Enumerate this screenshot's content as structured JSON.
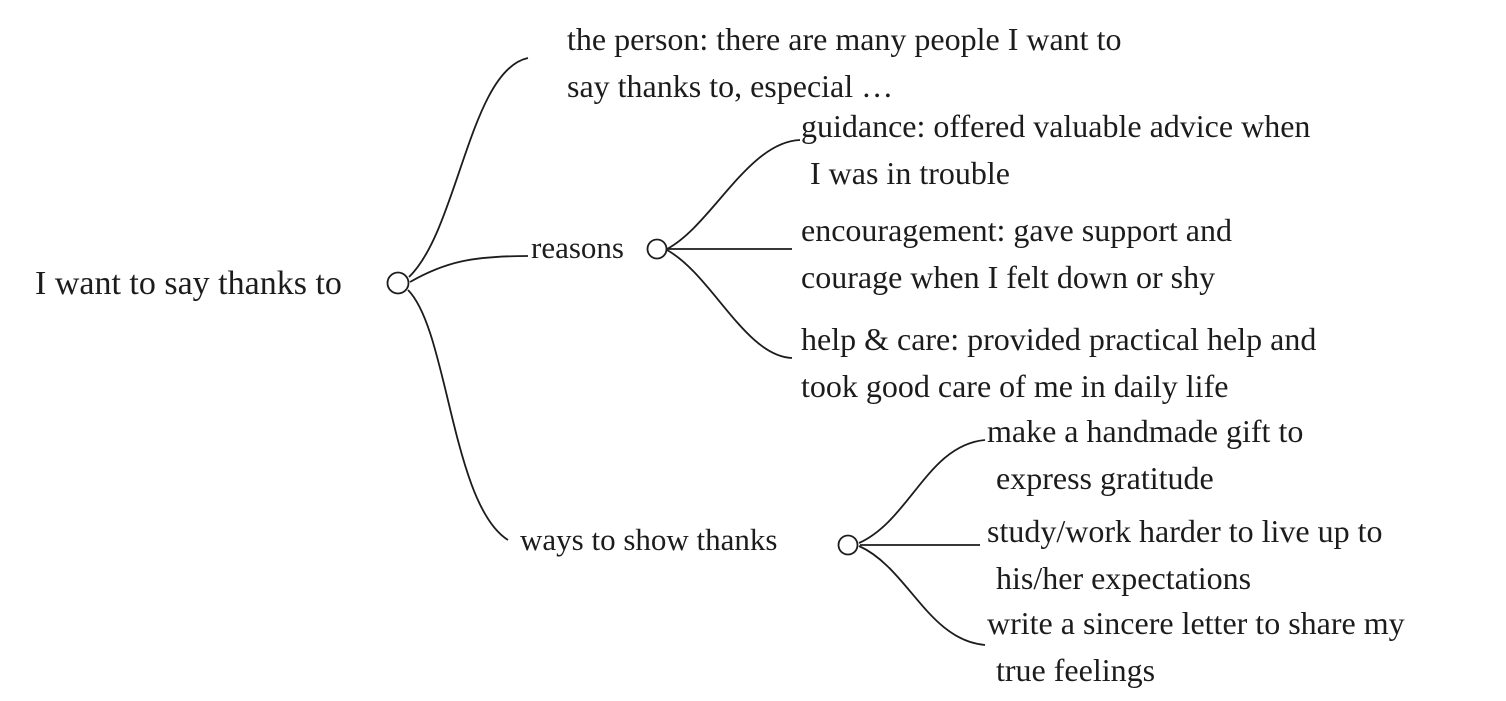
{
  "mindmap": {
    "root": {
      "label": "I want to say thanks to"
    },
    "person": {
      "line1": "the person: there are many people I want to",
      "line2": "say thanks to, especial …"
    },
    "reasons": {
      "label": "reasons",
      "items": [
        {
          "line1": "guidance: offered valuable advice when",
          "line2": "I was in trouble"
        },
        {
          "line1": "encouragement: gave support and",
          "line2": "courage when I felt down or shy"
        },
        {
          "line1": "help & care: provided practical help and",
          "line2": "took good care of me in daily life"
        }
      ]
    },
    "ways": {
      "label": "ways to show thanks",
      "items": [
        {
          "line1": "make a handmade gift to",
          "line2": "express gratitude"
        },
        {
          "line1": "study/work harder to live up to",
          "line2": "his/her expectations"
        },
        {
          "line1": "write a sincere letter to share my",
          "line2": "true feelings"
        }
      ]
    }
  }
}
